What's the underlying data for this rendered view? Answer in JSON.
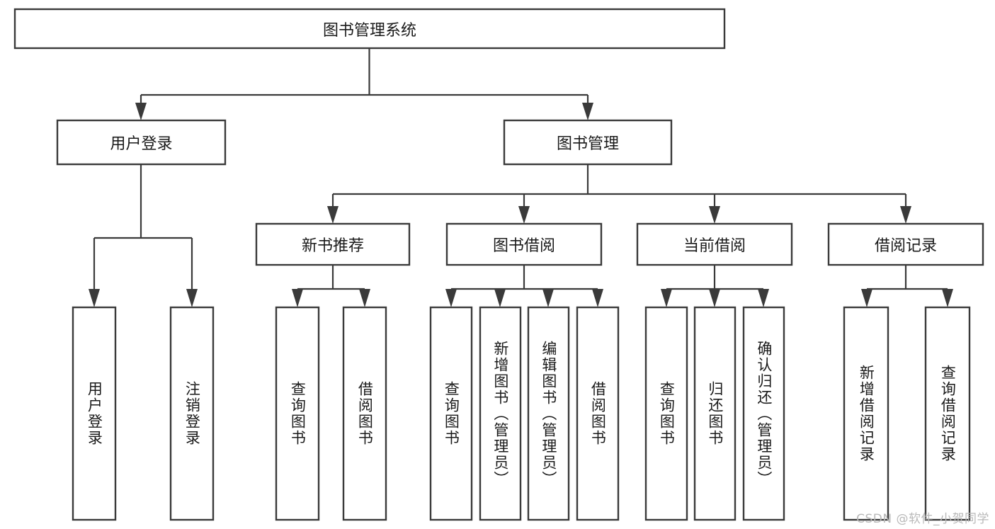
{
  "diagram": {
    "title_node": {
      "label": "图书管理系统",
      "orientation": "horizontal"
    },
    "level2": [
      {
        "label": "用户登录",
        "orientation": "horizontal"
      },
      {
        "label": "图书管理",
        "orientation": "horizontal"
      }
    ],
    "level3": [
      {
        "label": "新书推荐",
        "orientation": "horizontal"
      },
      {
        "label": "图书借阅",
        "orientation": "horizontal"
      },
      {
        "label": "当前借阅",
        "orientation": "horizontal"
      },
      {
        "label": "借阅记录",
        "orientation": "horizontal"
      }
    ],
    "leaves": {
      "user_login": [
        {
          "label": "用户登录",
          "orientation": "vertical"
        },
        {
          "label": "注销登录",
          "orientation": "vertical"
        }
      ],
      "new_book_recommend": [
        {
          "label": "查询图书",
          "orientation": "vertical"
        },
        {
          "label": "借阅图书",
          "orientation": "vertical"
        }
      ],
      "book_borrow": [
        {
          "label": "查询图书",
          "orientation": "vertical"
        },
        {
          "label": "新增图书（管理员）",
          "orientation": "vertical"
        },
        {
          "label": "编辑图书（管理员）",
          "orientation": "vertical"
        },
        {
          "label": "借阅图书",
          "orientation": "vertical"
        }
      ],
      "current_borrow": [
        {
          "label": "查询图书",
          "orientation": "vertical"
        },
        {
          "label": "归还图书",
          "orientation": "vertical"
        },
        {
          "label": "确认归还（管理员）",
          "orientation": "vertical"
        }
      ],
      "borrow_record": [
        {
          "label": "新增借阅记录",
          "orientation": "vertical"
        },
        {
          "label": "查询借阅记录",
          "orientation": "vertical"
        }
      ]
    }
  },
  "watermark": {
    "text": "CSDN @软件_小贺同学"
  },
  "colors": {
    "box_stroke": "#3a3a3a",
    "box_fill": "#ffffff",
    "text": "#1a1a1a",
    "connector": "#3a3a3a",
    "watermark": "#b9b9b9",
    "background": "#ffffff"
  }
}
